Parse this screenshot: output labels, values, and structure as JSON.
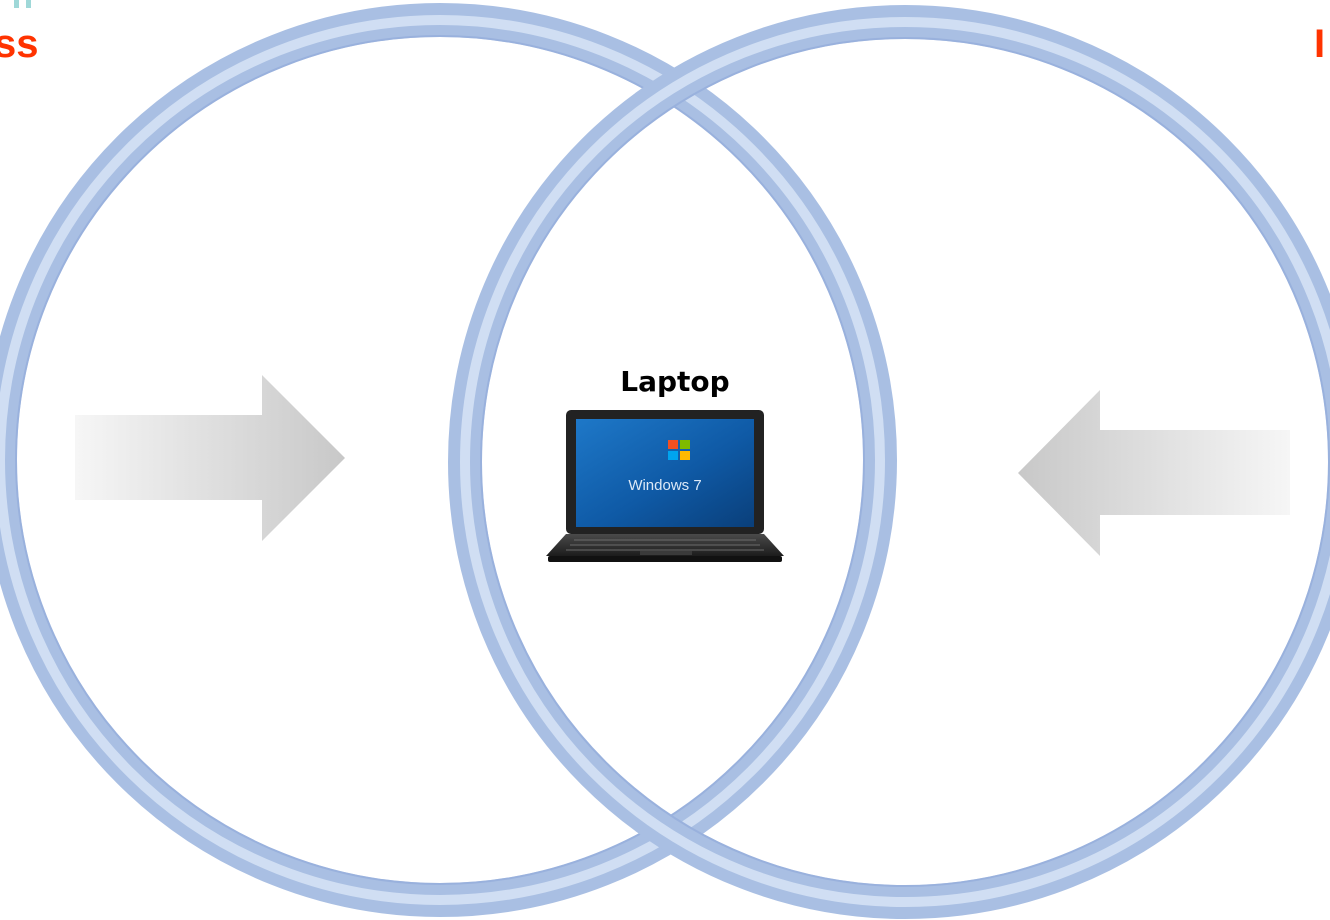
{
  "labels": {
    "left": "ss",
    "right": "I",
    "center": "Laptop",
    "screen_text": "Windows 7"
  },
  "icons": {
    "center": "laptop-icon",
    "left_arrow": "arrow-right-icon",
    "right_arrow": "arrow-left-icon"
  },
  "colors": {
    "ring": "#a9bfe3",
    "ring_highlight": "#d9e6f6",
    "label": "#ff3300",
    "arrow_light": "#f4f4f4",
    "arrow_dark": "#c9c9c9",
    "corner_mark": "#9fd8d8"
  }
}
